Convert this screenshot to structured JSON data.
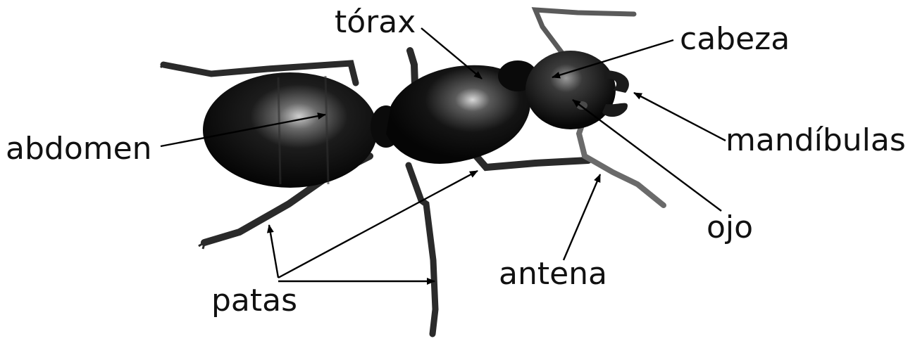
{
  "labels": {
    "torax": "tórax",
    "cabeza": "cabeza",
    "abdomen": "abdomen",
    "mandibulas": "mandíbulas",
    "ojo": "ojo",
    "antena": "antena",
    "patas": "patas"
  },
  "colors": {
    "ant_body": "#0d0d0d",
    "ant_highlight": "#bdbdbd",
    "leg": "#2a2a2a",
    "label_text": "#111111",
    "arrow": "#000000",
    "background": "#ffffff"
  }
}
